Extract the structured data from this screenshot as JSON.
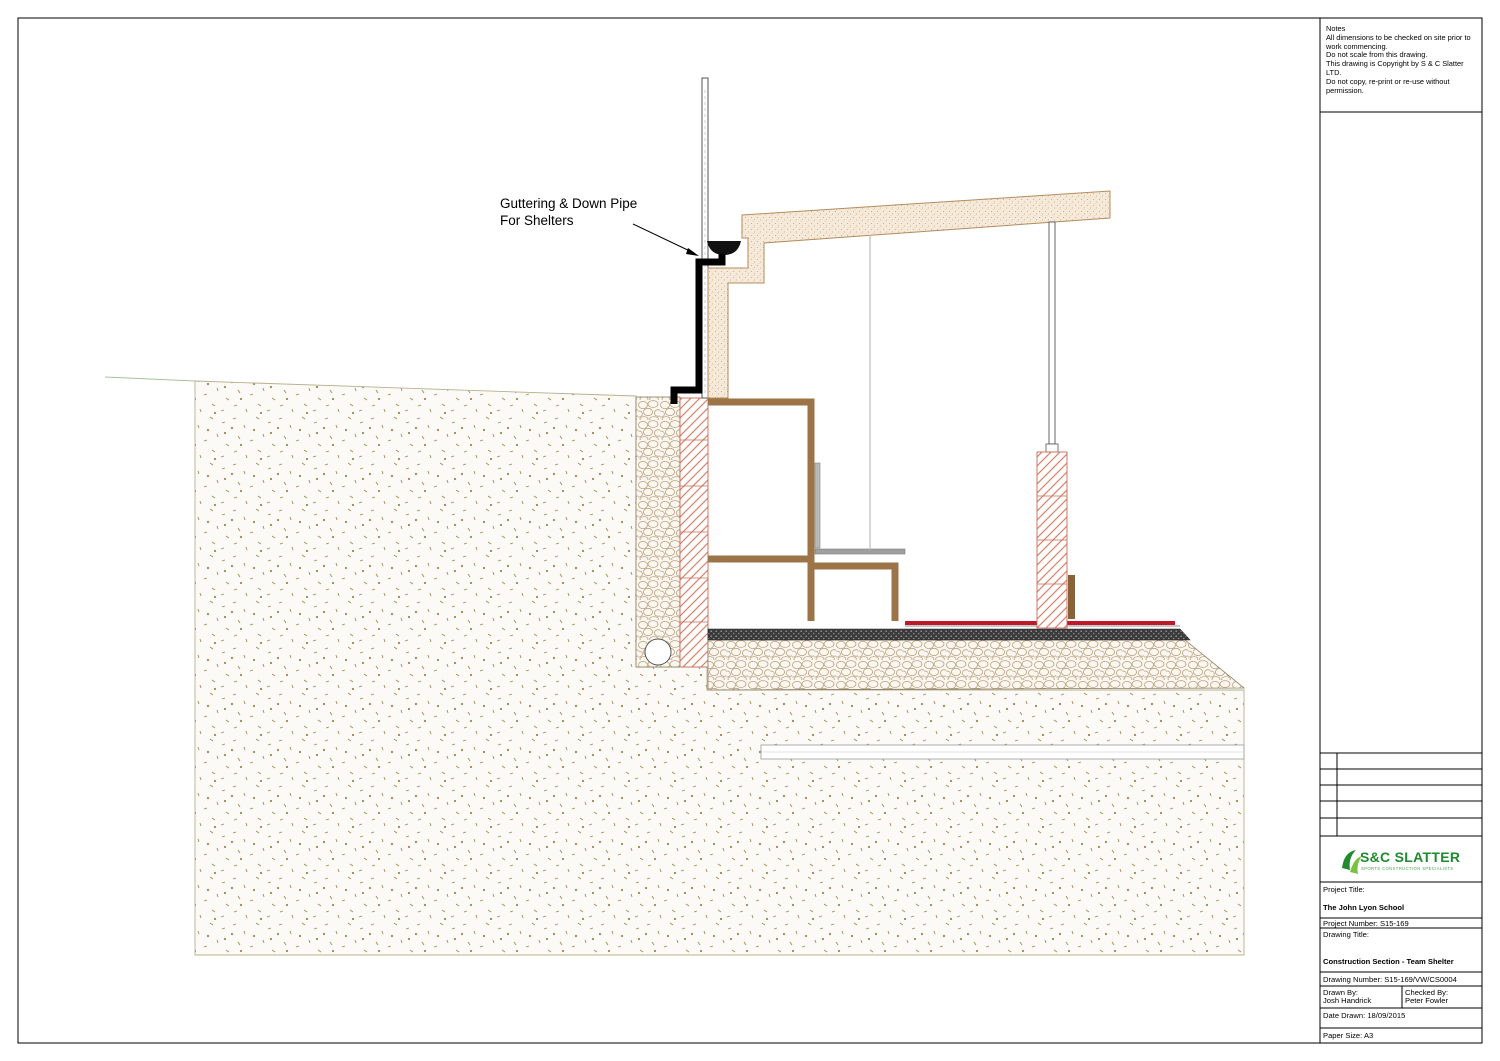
{
  "annotation": {
    "line1": "Guttering & Down Pipe",
    "line2": "For Shelters"
  },
  "notes": {
    "heading": "Notes",
    "lines": [
      "All dimensions to be checked on site prior to work commencing.",
      "Do not scale from this drawing.",
      "This drawing is Copyright by S & C Slatter LTD.",
      "Do not copy, re-print or re-use without permission."
    ]
  },
  "logo": {
    "name": "S&C SLATTER",
    "tagline": "SPORTS CONSTRUCTION SPECIALISTS",
    "brand_color": "#1f8a2e"
  },
  "title_block": {
    "project_title_label": "Project Title:",
    "project_title": "The John Lyon School",
    "project_number": "Project Number: S15-169",
    "drawing_title_label": "Drawing Title:",
    "drawing_title": "Construction Section - Team Shelter",
    "drawing_number": "Drawing Number: S15-169/VW/CS0004",
    "drawn_by_label": "Drawn By:",
    "drawn_by": "Josh Handrick",
    "checked_by_label": "Checked By:",
    "checked_by": "Peter Fowler",
    "date_drawn": "Date Drawn: 18/09/2015",
    "paper_size": "Paper Size: A3"
  },
  "colors": {
    "timber": "#9c7448",
    "brick_hatch": "#d9826b",
    "soil_speckle": "#a48a55",
    "red_membrane": "#c0182a",
    "gutter": "#000000",
    "roof_panel": "#f5ead9"
  }
}
